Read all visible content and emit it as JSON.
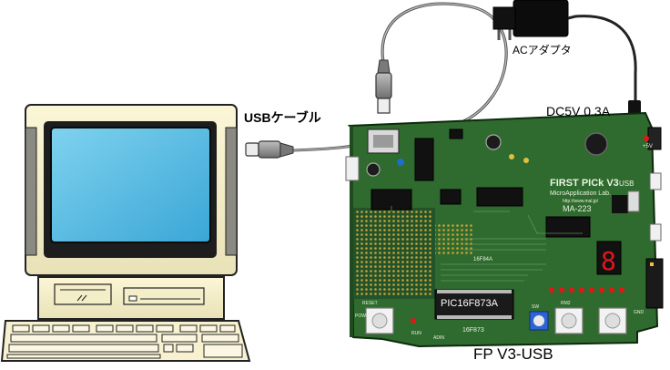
{
  "labels": {
    "usb_cable": "USBケーブル",
    "ac_adapter": "ACアダプタ",
    "dc_rating": "DC5V 0.3A",
    "board_name": "FP V3-USB"
  },
  "board": {
    "silk_title": "FIRST PICk V3",
    "silk_usb": "USB",
    "silk_company": "MicroApplication Lab.",
    "silk_url": "http://www.mal.jp/",
    "silk_model": "MA-223",
    "chip_main": "PIC16F873A",
    "chip_small": "16F873",
    "chip_alt": "16F84A",
    "seg_digit": "8",
    "silk_reset": "RESET",
    "silk_run": "RUN",
    "silk_power": "POWER",
    "silk_5v": "+5V",
    "silk_gnd": "GND",
    "silk_adin": "ADIN",
    "silk_rm2": "RM2",
    "silk_sw": "SW"
  }
}
